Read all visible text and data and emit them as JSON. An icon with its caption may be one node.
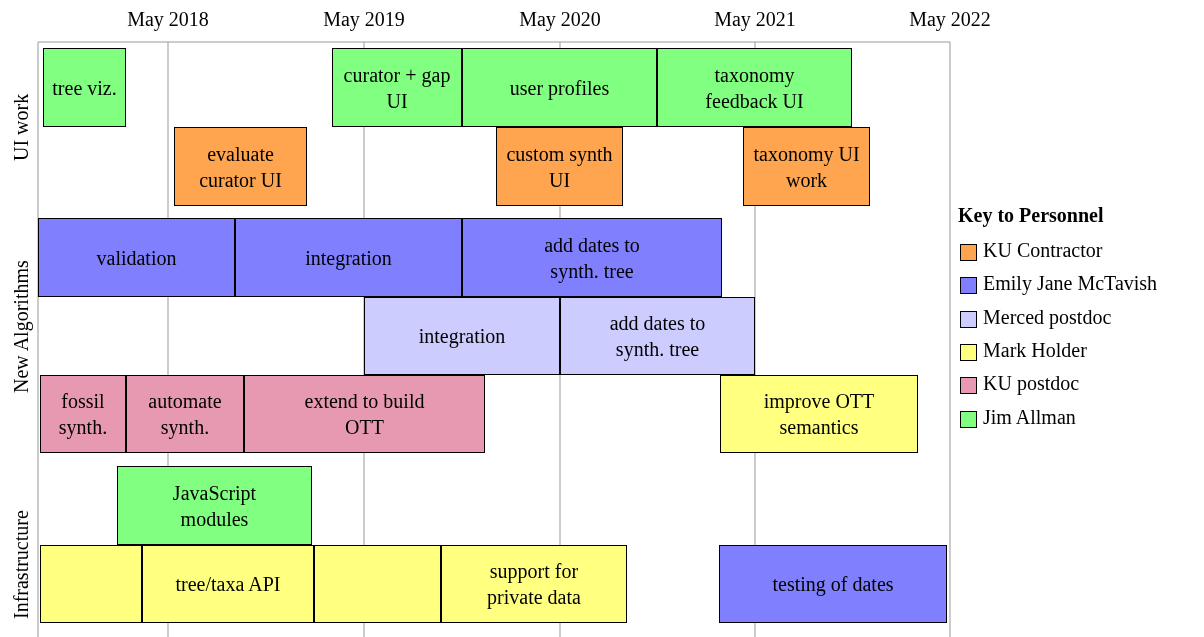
{
  "diagram": {
    "nodes": [
      {
        "text": [
          "tree viz."
        ]
      },
      {
        "text": [
          "curator + gap UI"
        ]
      },
      {
        "text": [
          "user profiles"
        ]
      },
      {
        "text": [
          "taxonomy feedback UI"
        ]
      },
      {
        "text": [
          "evaluate curator UI"
        ]
      },
      {
        "text": [
          "custom synth UI"
        ]
      },
      {
        "text": [
          "taxonomy UI work"
        ]
      },
      {
        "text": [
          "validation"
        ]
      },
      {
        "text": [
          "integration"
        ]
      },
      {
        "text": [
          "add dates to synth. tree"
        ]
      },
      {
        "text": [
          "integration"
        ]
      },
      {
        "text": [
          "add dates to synth. tree"
        ]
      },
      {
        "text": [
          "fossil synth."
        ]
      },
      {
        "text": [
          "automate synth."
        ]
      },
      {
        "text": [
          "extend to build OTT"
        ]
      },
      {
        "text": [
          "improve OTT semantics"
        ]
      },
      {
        "text": [
          "JavaScript modules"
        ]
      },
      {
        "text": [],
        "shape": "box"
      },
      {
        "text": [
          "tree/taxa API"
        ]
      },
      {
        "text": [],
        "shape": "box"
      },
      {
        "text": [
          "support for private data"
        ]
      },
      {
        "text": [
          "testing of dates"
        ]
      }
    ],
    "labels": [
      "May 2018",
      "May 2019",
      "May 2020",
      "May 2021",
      "May 2022",
      "UI work",
      "New Algorithms",
      "Infrastructure",
      "Key to Personnel"
    ],
    "legend": [
      {
        "text": "KU Contractor",
        "color": "#ffa54f"
      },
      {
        "text": "Emily Jane McTavish",
        "color": "#8080ff"
      },
      {
        "text": "Merced postdoc",
        "color": "#ccccff"
      },
      {
        "text": "Mark Holder",
        "color": "#ffff80"
      },
      {
        "text": "KU postdoc",
        "color": "#e699b0"
      },
      {
        "text": "Jim Allman",
        "color": "#80ff80"
      }
    ]
  }
}
